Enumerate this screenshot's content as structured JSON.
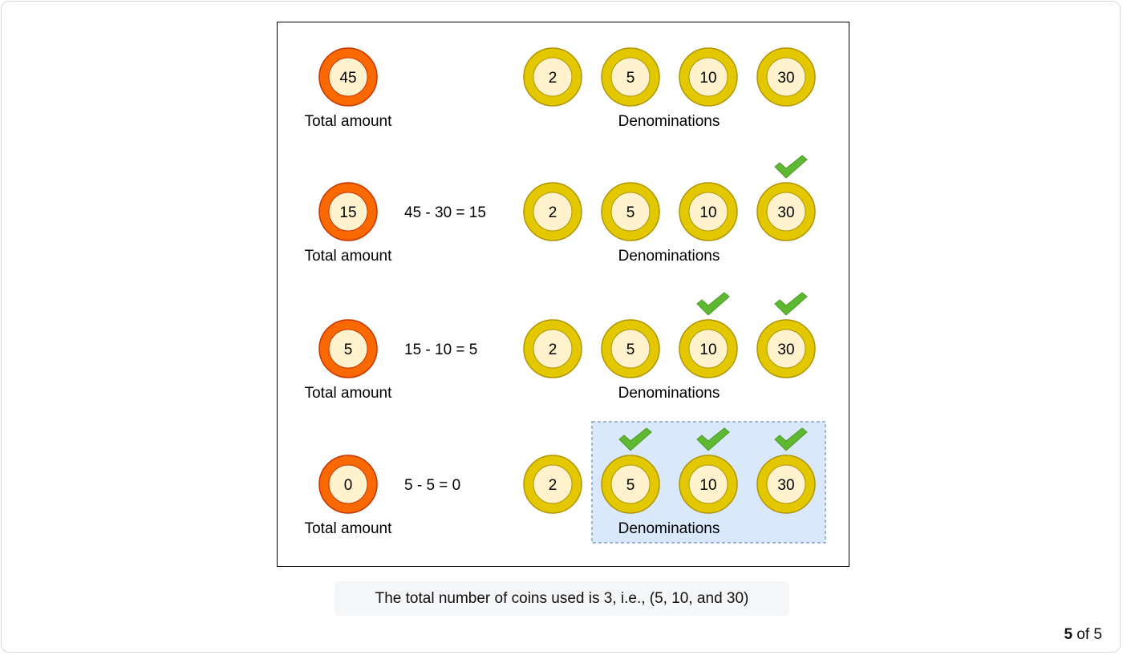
{
  "colors": {
    "total_coin_outer": "#fa6800",
    "total_coin_stroke": "#c73500",
    "denom_coin_outer": "#e3c800",
    "denom_coin_stroke": "#b09500",
    "coin_inner": "#fff2cc",
    "check": "#5fb832",
    "selection_fill": "#dae8fc",
    "selection_stroke": "#6c8ebf"
  },
  "diagram": {
    "rows": [
      {
        "total": "45",
        "total_label": "Total amount",
        "equation": "",
        "denominations": [
          "2",
          "5",
          "10",
          "30"
        ],
        "denominations_label": "Denominations",
        "checked": [],
        "highlighted": false
      },
      {
        "total": "15",
        "total_label": "Total amount",
        "equation": "45 - 30 = 15",
        "denominations": [
          "2",
          "5",
          "10",
          "30"
        ],
        "denominations_label": "Denominations",
        "checked": [
          "30"
        ],
        "highlighted": false
      },
      {
        "total": "5",
        "total_label": "Total amount",
        "equation": "15 - 10 = 5",
        "denominations": [
          "2",
          "5",
          "10",
          "30"
        ],
        "denominations_label": "Denominations",
        "checked": [
          "10",
          "30"
        ],
        "highlighted": false
      },
      {
        "total": "0",
        "total_label": "Total amount",
        "equation": "5 - 5 = 0",
        "denominations": [
          "2",
          "5",
          "10",
          "30"
        ],
        "denominations_label": "Denominations",
        "checked": [
          "5",
          "10",
          "30"
        ],
        "highlighted": true
      }
    ]
  },
  "caption": "The total number of coins used is 3, i.e., (5, 10, and 30)",
  "pager": {
    "current": "5",
    "separator": "of",
    "total": "5"
  }
}
